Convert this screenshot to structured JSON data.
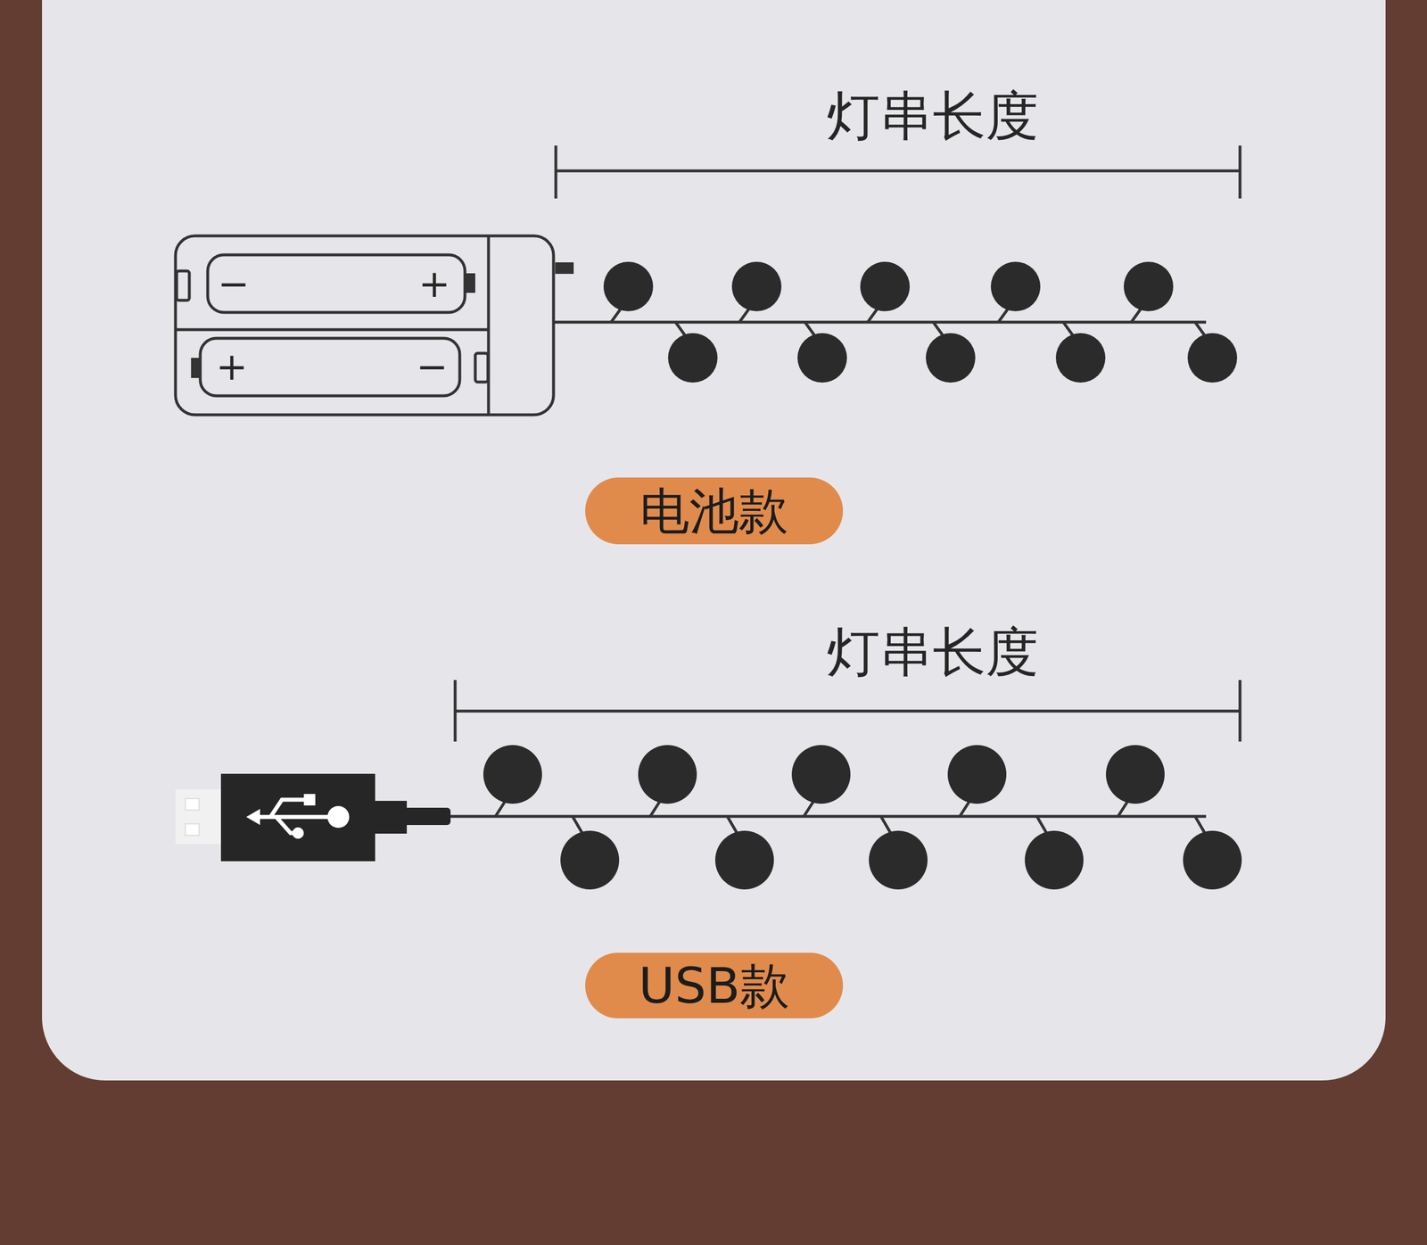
{
  "diagram": {
    "nodes": [
      {
        "text": [
          "电池款"
        ]
      },
      {
        "text": [
          "USB款"
        ]
      }
    ],
    "labels": [
      "灯串长度",
      "−",
      "+",
      "+",
      "−",
      "灯串长度"
    ]
  }
}
